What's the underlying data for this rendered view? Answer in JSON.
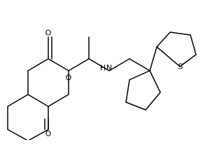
{
  "molecule": {
    "atoms": {
      "o_carbonyl_top": "O",
      "o_carbonyl_bottom": "O",
      "o_ring": "O",
      "n_amide": "N",
      "h_amide": "H",
      "s_thiophene": "S"
    }
  }
}
